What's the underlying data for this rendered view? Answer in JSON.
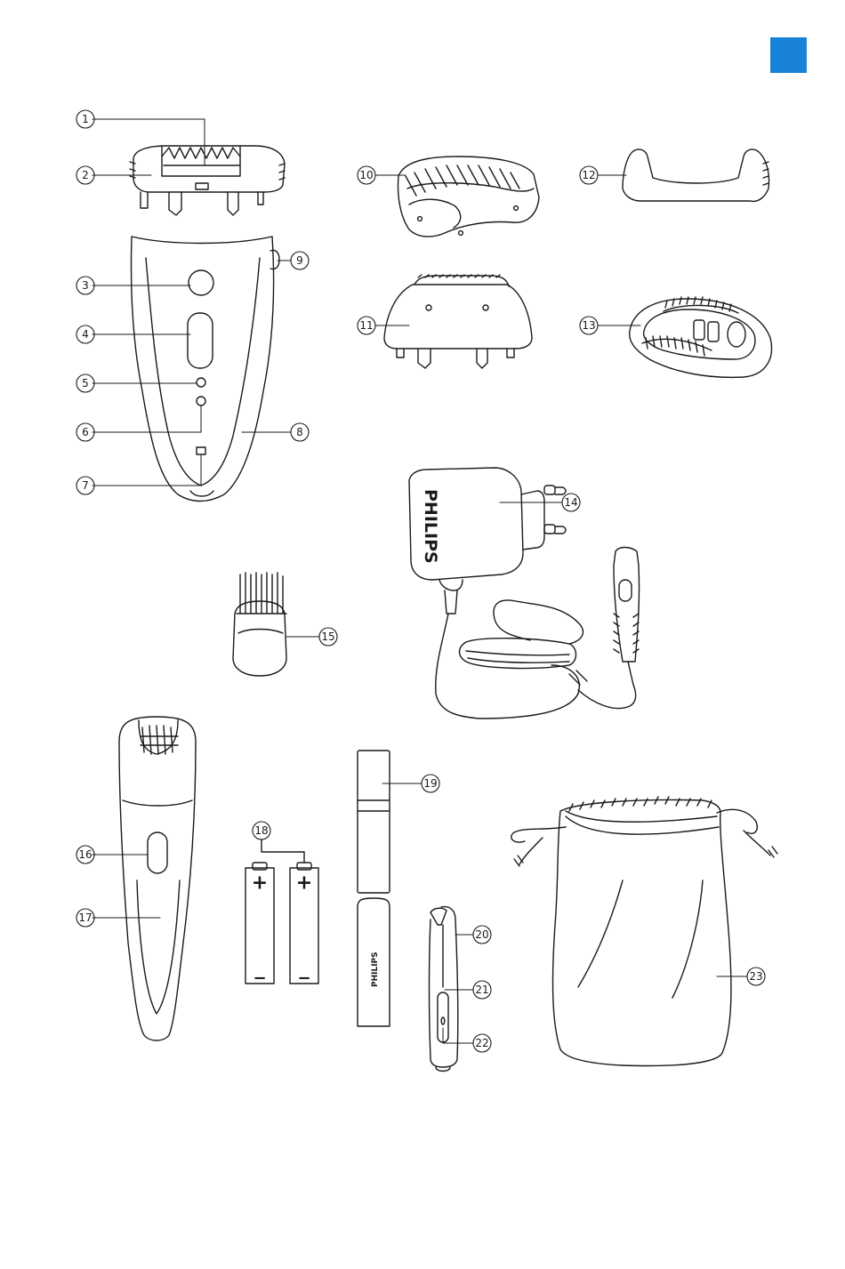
{
  "page": {
    "accent_color": "#1782d6",
    "line_color": "#1a1a1a"
  },
  "brand": {
    "adapter_logo": "PHILIPS",
    "cap_logo": "PHILIPS"
  },
  "batteries": {
    "plus_symbol": "+",
    "minus_symbol": "−"
  },
  "callouts": [
    {
      "id": "1",
      "label": "1"
    },
    {
      "id": "2",
      "label": "2"
    },
    {
      "id": "3",
      "label": "3"
    },
    {
      "id": "4",
      "label": "4"
    },
    {
      "id": "5",
      "label": "5"
    },
    {
      "id": "6",
      "label": "6"
    },
    {
      "id": "7",
      "label": "7"
    },
    {
      "id": "8",
      "label": "8"
    },
    {
      "id": "9",
      "label": "9"
    },
    {
      "id": "10",
      "label": "10"
    },
    {
      "id": "11",
      "label": "11"
    },
    {
      "id": "12",
      "label": "12"
    },
    {
      "id": "13",
      "label": "13"
    },
    {
      "id": "14",
      "label": "14"
    },
    {
      "id": "15",
      "label": "15"
    },
    {
      "id": "16",
      "label": "16"
    },
    {
      "id": "17",
      "label": "17"
    },
    {
      "id": "18",
      "label": "18"
    },
    {
      "id": "19",
      "label": "19"
    },
    {
      "id": "20",
      "label": "20"
    },
    {
      "id": "21",
      "label": "21"
    },
    {
      "id": "22",
      "label": "22"
    },
    {
      "id": "23",
      "label": "23"
    }
  ]
}
